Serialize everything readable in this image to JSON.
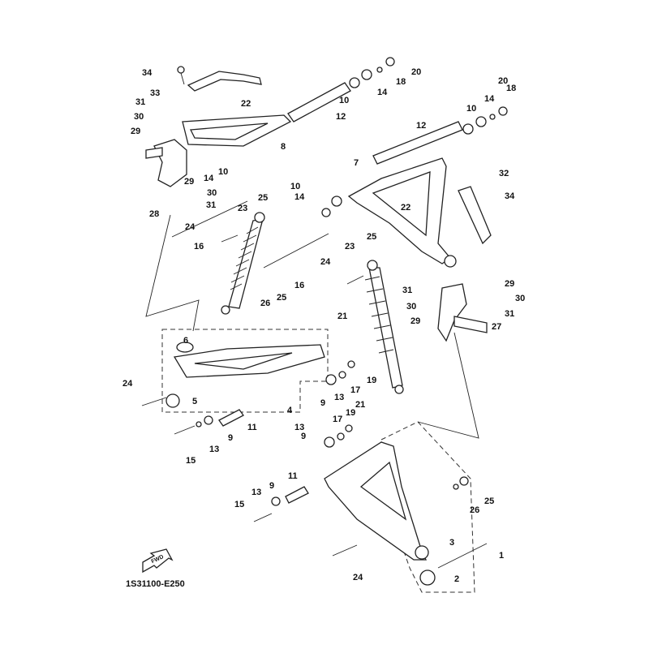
{
  "diagram": {
    "code": "1S31100-E250",
    "fwd_label": "FWD",
    "callouts": [
      "34",
      "33",
      "31",
      "30",
      "29",
      "22",
      "12",
      "8",
      "10",
      "14",
      "18",
      "20",
      "10",
      "14",
      "29",
      "30",
      "31",
      "28",
      "16",
      "24",
      "23",
      "25",
      "10",
      "14",
      "7",
      "22",
      "12",
      "10",
      "14",
      "18",
      "20",
      "32",
      "34",
      "23",
      "25",
      "24",
      "16",
      "31",
      "30",
      "29",
      "29",
      "30",
      "31",
      "27",
      "26",
      "25",
      "21",
      "6",
      "24",
      "5",
      "9",
      "13",
      "17",
      "19",
      "4",
      "11",
      "13",
      "9",
      "15",
      "21",
      "19",
      "17",
      "13",
      "9",
      "11",
      "13",
      "9",
      "15",
      "25",
      "26",
      "3",
      "1",
      "2",
      "24"
    ]
  }
}
